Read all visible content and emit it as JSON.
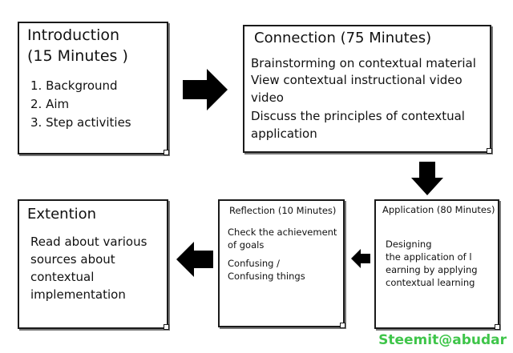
{
  "boxes": {
    "introduction": {
      "title_line1": "Introduction",
      "title_line2": "(15 Minutes )",
      "items": [
        "1. Background",
        "2. Aim",
        "3. Step activities"
      ]
    },
    "connection": {
      "title": "Connection (75 Minutes)",
      "lines": [
        "Brainstorming on contextual material",
        "View contextual instructional video",
        "video",
        "Discuss the principles of contextual",
        "application"
      ]
    },
    "application": {
      "title": "Application (80 Minutes)",
      "lines": [
        "Designing",
        "the application of l",
        "earning by applying",
        "contextual learning"
      ]
    },
    "reflection": {
      "title": "Reflection (10 Minutes)",
      "lines": [
        "Check the achievement",
        "of goals",
        "Confusing /",
        "Confusing things"
      ]
    },
    "extension": {
      "title": "Extention",
      "lines": [
        "Read about various",
        "sources about",
        "contextual",
        "implementation"
      ]
    }
  },
  "watermark": "Steemit@abudar",
  "colors": {
    "watermark": "#3fc54a",
    "border": "#1a1a1a",
    "arrow": "#000000"
  }
}
